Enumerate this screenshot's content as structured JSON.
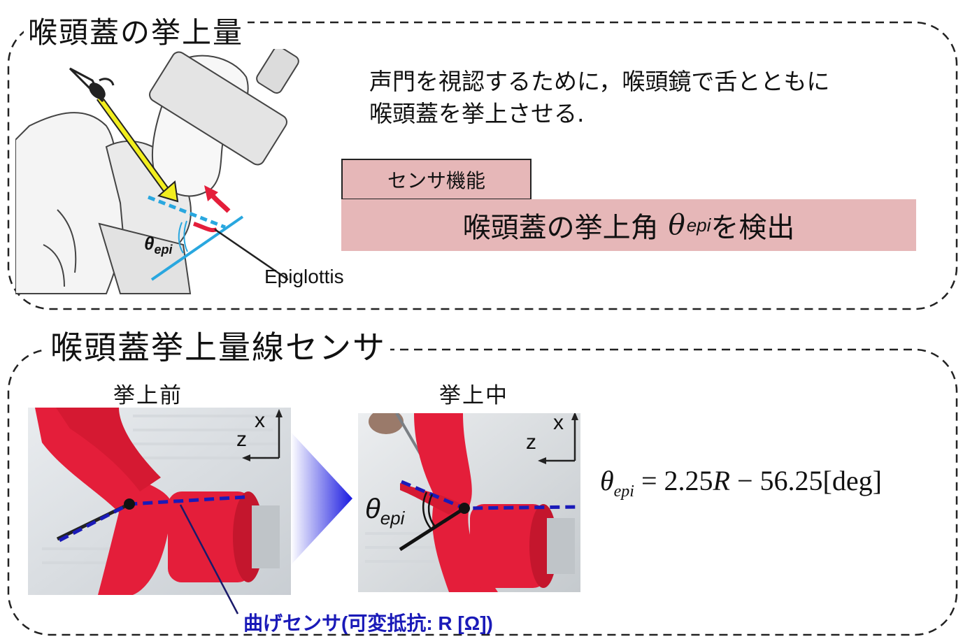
{
  "top_panel": {
    "title": "喉頭蓋の挙上量",
    "description_line1": "声門を視認するために，喉頭鏡で舌とともに",
    "description_line2": "喉頭蓋を挙上させる.",
    "sensor_function_label": "センサ機能",
    "sensor_function_text": "喉頭蓋の挙上角",
    "sensor_function_suffix": "を検出",
    "theta_symbol": "θ",
    "theta_subscript": "epi",
    "epiglottis_label": "Epiglottis"
  },
  "bottom_panel": {
    "title": "喉頭蓋挙上量線センサ",
    "before_caption": "挙上前",
    "during_caption": "挙上中",
    "axis_x": "x",
    "axis_z": "z",
    "theta_symbol": "θ",
    "theta_subscript": "epi",
    "formula_lhs_symbol": "θ",
    "formula_lhs_subscript": "epi",
    "formula_rhs": "= 2.25",
    "formula_var": "R",
    "formula_tail": " − 56.25[deg]",
    "bend_sensor_label": "曲げセンサ(可変抵抗: R [Ω])"
  },
  "colors": {
    "panel_border": "#222222",
    "sensor_pink": "#e6b7b8",
    "arrow_yellow": "#f2ee1f",
    "line_cyan": "#29a7df",
    "sensor_blue": "#1a1ab8",
    "tube_red": "#e41e3a"
  }
}
